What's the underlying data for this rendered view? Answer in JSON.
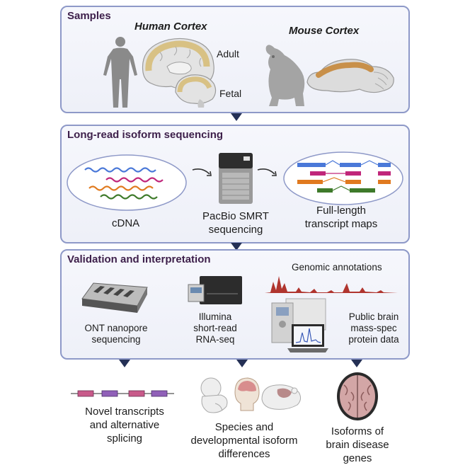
{
  "samples": {
    "title": "Samples",
    "human_label": "Human Cortex",
    "mouse_label": "Mouse Cortex",
    "adult_label": "Adult",
    "fetal_label": "Fetal"
  },
  "sequencing": {
    "title": "Long-read isoform sequencing",
    "cdna_label": "cDNA",
    "pacbio_line1": "PacBio SMRT",
    "pacbio_line2": "sequencing",
    "maps_line1": "Full-length",
    "maps_line2": "transcript maps"
  },
  "validation": {
    "title": "Validation and interpretation",
    "ont_line1": "ONT nanopore",
    "ont_line2": "sequencing",
    "illumina_line1": "Illumina",
    "illumina_line2": "short-read",
    "illumina_line3": "RNA-seq",
    "genomic_label": "Genomic annotations",
    "mass_line1": "Public brain",
    "mass_line2": "mass-spec",
    "mass_line3": "protein data"
  },
  "outcomes": {
    "novel_line1": "Novel transcripts",
    "novel_line2": "and alternative",
    "novel_line3": "splicing",
    "species_line1": "Species and",
    "species_line2": "developmental isoform",
    "species_line3": "differences",
    "disease_line1": "Isoforms of",
    "disease_line2": "brain disease",
    "disease_line3": "genes"
  },
  "colors": {
    "panel_border": "#8e99c8",
    "title_color": "#3d1f4a",
    "arrow_color": "#243055",
    "cortex_highlight": "#d8c184",
    "transcript_blue": "#4a78d8",
    "transcript_magenta": "#c0267a",
    "transcript_orange": "#e07a1f",
    "transcript_green": "#3e7a2a"
  }
}
